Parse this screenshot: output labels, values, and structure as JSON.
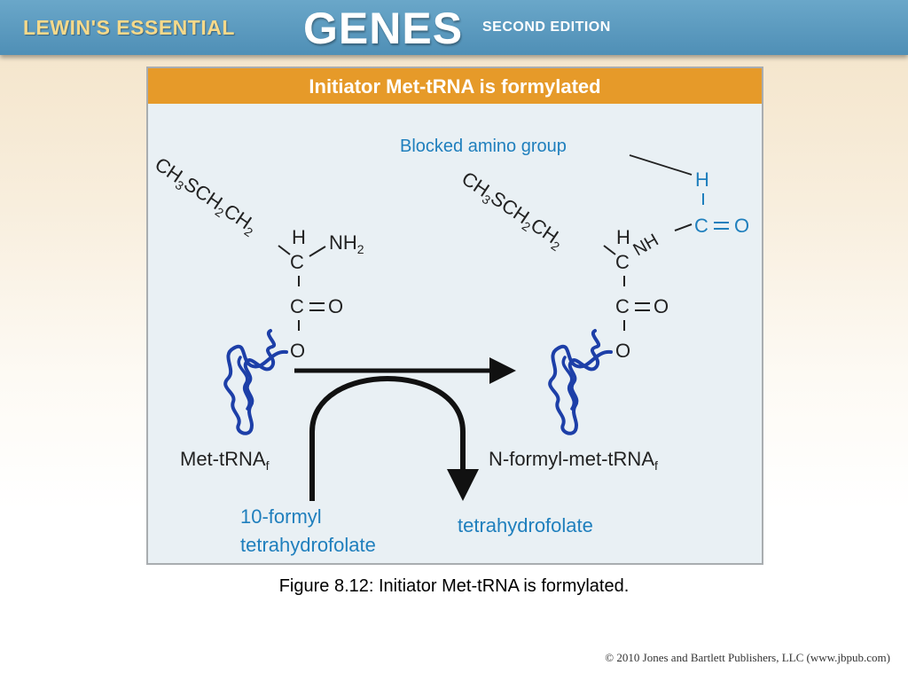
{
  "header": {
    "brand_left": "LEWIN'S ESSENTIAL",
    "brand_main": "GENES",
    "brand_edition": "SECOND EDITION"
  },
  "figure": {
    "title": "Initiator Met-tRNA is formylated",
    "left_molecule": {
      "side_chain": "CH3SCH2CH2",
      "h": "H",
      "c_alpha": "C",
      "amino": "NH2",
      "carbonyl": "C",
      "carbonyl_o": "O",
      "ester_o": "O",
      "label": "Met-tRNAf"
    },
    "right_molecule": {
      "side_chain": "CH3SCH2CH2",
      "h": "H",
      "c_alpha": "C",
      "nh": "NH",
      "formyl_h": "H",
      "formyl_c": "C",
      "formyl_o": "O",
      "carbonyl": "C",
      "carbonyl_o": "O",
      "ester_o": "O",
      "label": "N-formyl-met-tRNAf",
      "annotation": "Blocked amino group"
    },
    "reactant": {
      "line1": "10-formyl",
      "line2": "tetrahydrofolate"
    },
    "product": "tetrahydrofolate",
    "colors": {
      "accent_blue": "#1f7fbd",
      "trna_blue": "#1d3fa8",
      "title_bar": "#e69a29"
    }
  },
  "caption": "Figure 8.12: Initiator Met-tRNA is formylated.",
  "copyright": "© 2010 Jones and Bartlett Publishers, LLC (www.jbpub.com)"
}
